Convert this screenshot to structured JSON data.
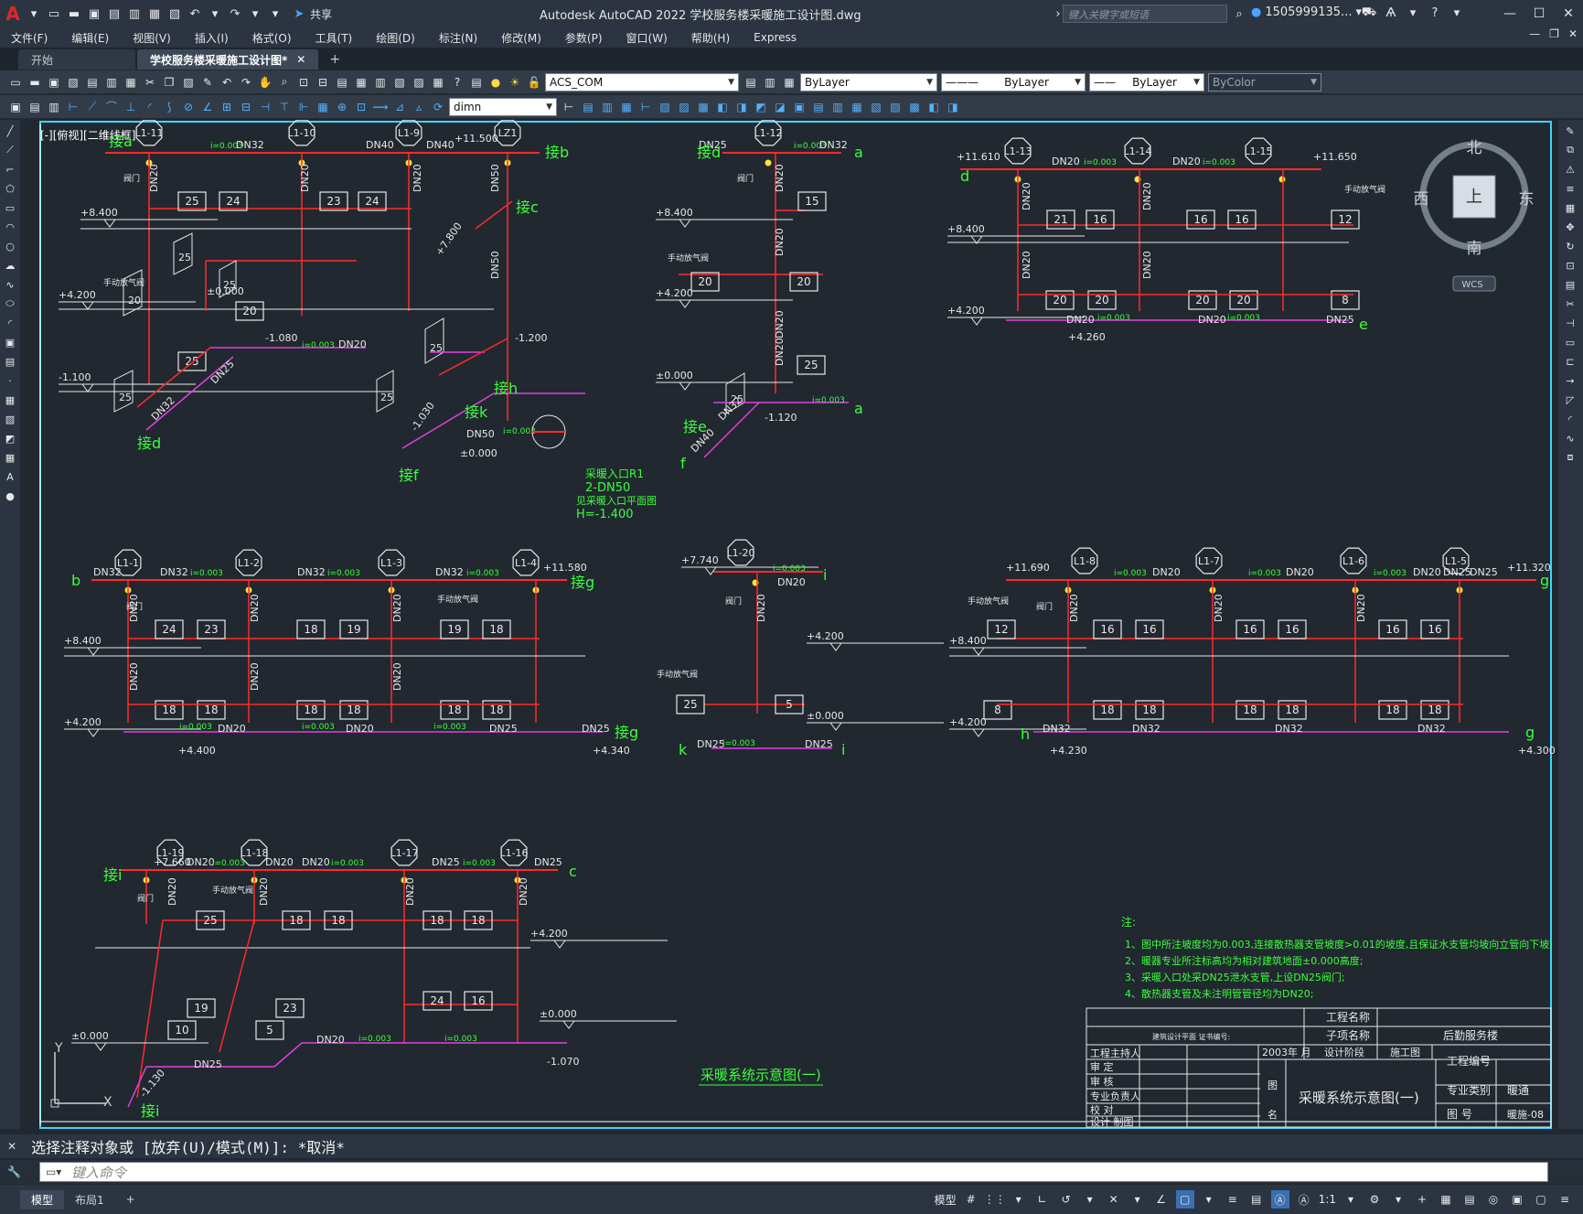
{
  "window": {
    "title": "Autodesk AutoCAD 2022    学校服务楼采暖施工设计图.dwg",
    "share_label": "共享",
    "search_placeholder": "键入关键字或短语",
    "user": "1505999135...",
    "controls": [
      "—",
      "☐",
      "✕"
    ],
    "mdi_controls": [
      "—",
      "❐",
      "✕"
    ]
  },
  "menus": [
    "文件(F)",
    "编辑(E)",
    "视图(V)",
    "插入(I)",
    "格式(O)",
    "工具(T)",
    "绘图(D)",
    "标注(N)",
    "修改(M)",
    "参数(P)",
    "窗口(W)",
    "帮助(H)",
    "Express"
  ],
  "tabs": {
    "start": "开始",
    "doc": "学校服务楼采暖施工设计图*",
    "close": "✕",
    "add": "+"
  },
  "toolbar": {
    "layer_value": "ACS_COM",
    "color_value": "ByLayer",
    "linetype_value": "ByLayer",
    "lineweight_value": "ByLayer",
    "plotstyle_value": "ByColor",
    "dimstyle_value": "dimn"
  },
  "viewport_label": "[-][俯视][二维线框]",
  "viewcube": {
    "north": "北",
    "south": "南",
    "east": "东",
    "west": "西",
    "top": "上",
    "wcs": "WCS"
  },
  "drawing": {
    "section1": {
      "risers": [
        "L1-11",
        "L1-10",
        "L1-9",
        "LZ1"
      ],
      "levels": [
        "+11.500",
        "+8.400",
        "+4.200",
        "±0.000",
        "-1.100",
        "-1.080",
        "-1.200",
        "±0.000",
        "+7.800",
        "-1.030"
      ],
      "pipe_labels": [
        "DN32",
        "i=0.003",
        "DN40",
        "DN40",
        "DN20",
        "DN20",
        "DN20",
        "DN25",
        "DN32",
        "DN50",
        "DN50",
        "DN50",
        "DN20",
        "i=0.003",
        "i=0.003"
      ],
      "rad_values": [
        "25",
        "24",
        "23",
        "24",
        "20",
        "25",
        "20",
        "25",
        "25",
        "25",
        "25",
        "25"
      ],
      "connections": [
        "接a",
        "接b",
        "接c",
        "接d",
        "接h",
        "接k",
        "接f"
      ],
      "inlet_lines": [
        "采暖入口R1",
        "2-DN50",
        "见采暖入口平面图",
        "H=-1.400"
      ]
    },
    "section2": {
      "risers": [
        "L1-12"
      ],
      "levels": [
        "+8.400",
        "+4.200",
        "±0.000",
        "-1.120"
      ],
      "pipe_labels": [
        "DN25",
        "i=0.003",
        "DN32",
        "DN20",
        "DN20",
        "DN20",
        "DN20",
        "i=0.003",
        "DN40",
        "DN32"
      ],
      "rad_values": [
        "15",
        "20",
        "20",
        "25",
        "25"
      ],
      "connections": [
        "接d",
        "a",
        "接e",
        "f",
        "a"
      ]
    },
    "section3": {
      "risers": [
        "L1-13",
        "L1-14",
        "L1-15"
      ],
      "levels": [
        "+11.610",
        "+11.650",
        "+8.400",
        "+4.200",
        "+4.260"
      ],
      "pipe_labels": [
        "DN20",
        "i=0.003",
        "DN20",
        "i=0.003",
        "DN20",
        "DN20",
        "DN20",
        "DN20",
        "DN20",
        "i=0.003",
        "DN20",
        "i=0.003",
        "DN25"
      ],
      "rad_values": [
        "21",
        "16",
        "16",
        "16",
        "12",
        "20",
        "20",
        "20",
        "20",
        "8"
      ],
      "connections": [
        "d",
        "e"
      ]
    },
    "section4": {
      "risers": [
        "L1-1",
        "L1-2",
        "L1-3",
        "L1-4"
      ],
      "levels": [
        "+11.580",
        "+8.400",
        "+4.200",
        "+4.400",
        "+4.340"
      ],
      "pipe_labels": [
        "DN32",
        "DN32",
        "i=0.003",
        "DN32",
        "i=0.003",
        "DN32",
        "i=0.003",
        "DN20",
        "DN20",
        "DN20",
        "DN20",
        "DN20",
        "DN20",
        "i=0.003",
        "DN20",
        "i=0.003",
        "DN20",
        "i=0.003",
        "DN25",
        "DN25"
      ],
      "rad_values": [
        "24",
        "23",
        "18",
        "19",
        "19",
        "18",
        "18",
        "18",
        "18",
        "18",
        "18",
        "18"
      ],
      "connections": [
        "b",
        "接g",
        "接g"
      ]
    },
    "section5": {
      "risers": [
        "L1-20"
      ],
      "levels": [
        "+7.740",
        "+4.200",
        "±0.000"
      ],
      "pipe_labels": [
        "i=0.003",
        "DN20",
        "DN20",
        "DN25",
        "i=0.003",
        "DN25"
      ],
      "rad_values": [
        "25",
        "5"
      ],
      "connections": [
        "i",
        "k",
        "i"
      ]
    },
    "section6": {
      "risers": [
        "L1-8",
        "L1-7",
        "L1-6",
        "L1-5"
      ],
      "levels": [
        "+11.690",
        "+11.320",
        "+8.400",
        "+4.200",
        "+4.230",
        "+4.300"
      ],
      "pipe_labels": [
        "i=0.003",
        "DN20",
        "i=0.003",
        "DN20",
        "i=0.003",
        "DN20",
        "DN25",
        "DN25",
        "DN20",
        "DN20",
        "DN20",
        "DN32",
        "DN32",
        "DN32",
        "DN32"
      ],
      "rad_values": [
        "12",
        "16",
        "16",
        "16",
        "16",
        "16",
        "16",
        "8",
        "18",
        "18",
        "18",
        "18",
        "18",
        "18"
      ],
      "connections": [
        "g",
        "h",
        "g"
      ]
    },
    "section7": {
      "risers": [
        "L1-19",
        "L1-18",
        "L1-17",
        "L1-16"
      ],
      "levels": [
        "+7.660",
        "+4.200",
        "±0.000",
        "±0.000",
        "-1.070",
        "-1.130"
      ],
      "pipe_labels": [
        "DN20",
        "i=0.003",
        "DN20",
        "DN20",
        "i=0.003",
        "DN25",
        "i=0.003",
        "DN25",
        "DN20",
        "DN20",
        "DN20",
        "DN20",
        "DN20",
        "i=0.003",
        "i=0.003",
        "DN25"
      ],
      "rad_values": [
        "25",
        "18",
        "18",
        "18",
        "18",
        "24",
        "16",
        "19",
        "23",
        "10",
        "5"
      ],
      "connections": [
        "接i",
        "c",
        "接i"
      ]
    },
    "small_label": "手动放气阀",
    "small_label2": "阀门",
    "notes": {
      "title": "注:",
      "lines": [
        "1、图中所注坡度均为0.003,连接散热器支管坡度>0.01的坡度,且保证水支管均坡向立管向下坡;",
        "2、暖器专业所注标高均为相对建筑地面±0.000高度;",
        "3、采暖入口处采DN25泄水支管,上设DN25阀门;",
        "4、散热器支管及未注明管管径均为DN20;"
      ]
    },
    "drawing_title": "采暖系统示意图(一)",
    "titleblock": {
      "project_name_label": "工程名称",
      "sub_project_label": "子项名称",
      "sub_project_value": "后勤服务楼",
      "year": "2003年 月",
      "design_stage_label": "设计阶段",
      "design_stage_value": "施工图",
      "project_no_label": "工程编号",
      "major_label": "专业类别",
      "major_value": "暖通",
      "sheet_label": "图 号",
      "sheet_value": "暖施-08",
      "figure_label": "图",
      "name_label": "名",
      "rows": [
        "工程主持人",
        "审 定",
        "审 核",
        "专业负责人",
        "校 对",
        "设计 制图"
      ],
      "header_small": "建筑设计平面  证书编号:",
      "sheet_title": "采暖系统示意图(一)"
    }
  },
  "command": {
    "history": "选择注释对象或 [放弃(U)/模式(M)]: *取消*",
    "placeholder": "键入命令"
  },
  "status": {
    "layout_tabs": [
      "模型",
      "布局1"
    ],
    "add": "+",
    "model_label": "模型",
    "scale": "1:1"
  }
}
